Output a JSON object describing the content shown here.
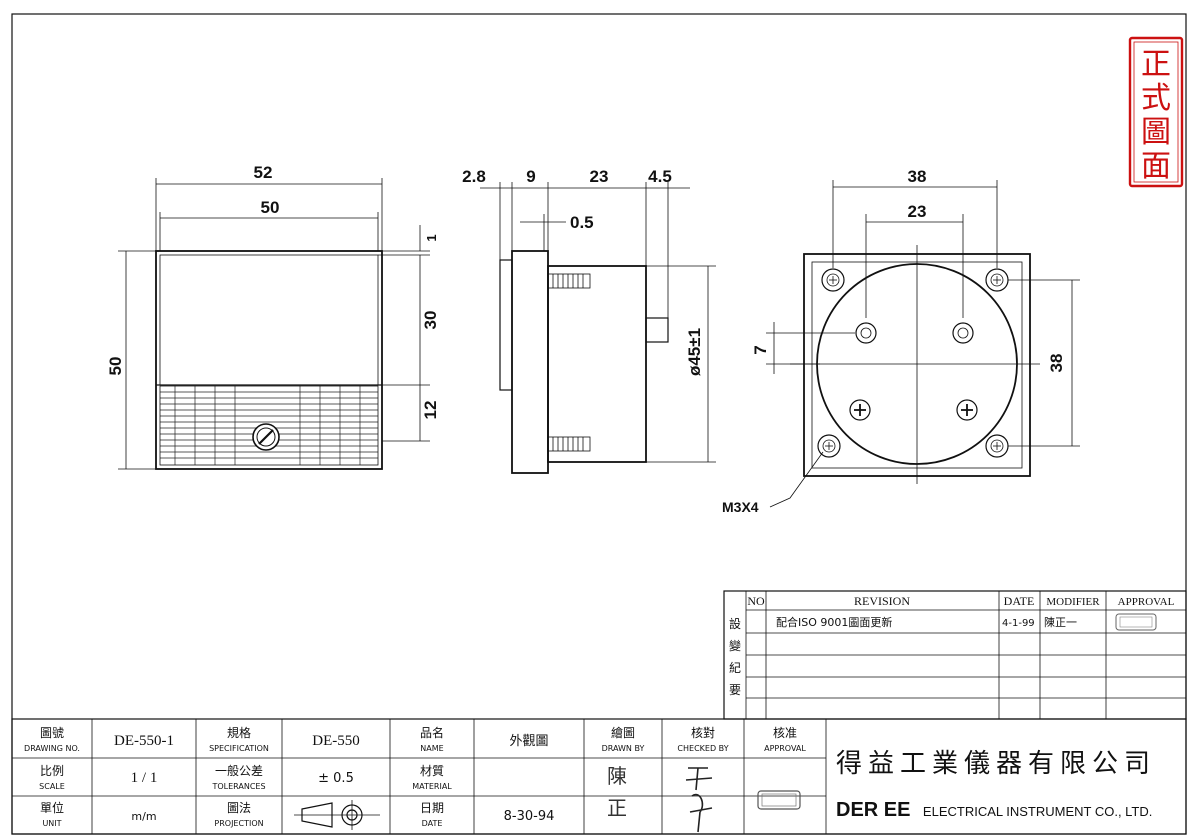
{
  "stamp": {
    "chars": [
      "正",
      "式",
      "圖",
      "面"
    ]
  },
  "front_view": {
    "dims": {
      "width_outer": "52",
      "width_inner": "50",
      "height": "50",
      "upper": "30",
      "lower": "12",
      "top_gap": "1"
    }
  },
  "side_view": {
    "dims": {
      "d1": "2.8",
      "d2": "9",
      "d3": "23",
      "d4": "4.5",
      "gap": "0.5",
      "diameter": "ø45±1"
    }
  },
  "rear_view": {
    "dims": {
      "width_outer": "38",
      "width_inner": "23",
      "height": "38",
      "offset": "7"
    },
    "screw_label": "M3X4"
  },
  "revision_block": {
    "side_label": [
      "設",
      "變",
      "紀",
      "要"
    ],
    "headers": {
      "no": "NO",
      "revision": "REVISION",
      "date": "DATE",
      "modifier": "MODIFIER",
      "approval": "APPROVAL"
    },
    "rows": [
      {
        "no": "",
        "revision": "配合ISO 9001圖面更新",
        "date": "4-1-99",
        "modifier": "陳正一"
      }
    ]
  },
  "title_block": {
    "drawing_no": {
      "cn": "圖號",
      "en": "DRAWING NO.",
      "value": "DE-550-1"
    },
    "spec": {
      "cn": "規格",
      "en": "SPECIFICATION",
      "value": "DE-550"
    },
    "name": {
      "cn": "品名",
      "en": "NAME",
      "value": "外觀圖"
    },
    "drawn_by": {
      "cn": "繪圖",
      "en": "DRAWN BY"
    },
    "checked_by": {
      "cn": "核對",
      "en": "CHECKED BY"
    },
    "approval": {
      "cn": "核准",
      "en": "APPROVAL"
    },
    "scale": {
      "cn": "比例",
      "en": "SCALE",
      "value": "1 / 1"
    },
    "tolerances": {
      "cn": "一般公差",
      "en": "TOLERANCES",
      "value": "± 0.5"
    },
    "material": {
      "cn": "材質",
      "en": "MATERIAL",
      "value": ""
    },
    "unit": {
      "cn": "單位",
      "en": "UNIT",
      "value": "m/m"
    },
    "projection": {
      "cn": "圖法",
      "en": "PROJECTION"
    },
    "date": {
      "cn": "日期",
      "en": "DATE",
      "value": "8-30-94"
    },
    "drawn_sign": [
      "陳",
      "正"
    ],
    "company_cn": "得益工業儀器有限公司",
    "company_en_brand": "DER EE",
    "company_en_rest": "ELECTRICAL INSTRUMENT CO., LTD."
  }
}
